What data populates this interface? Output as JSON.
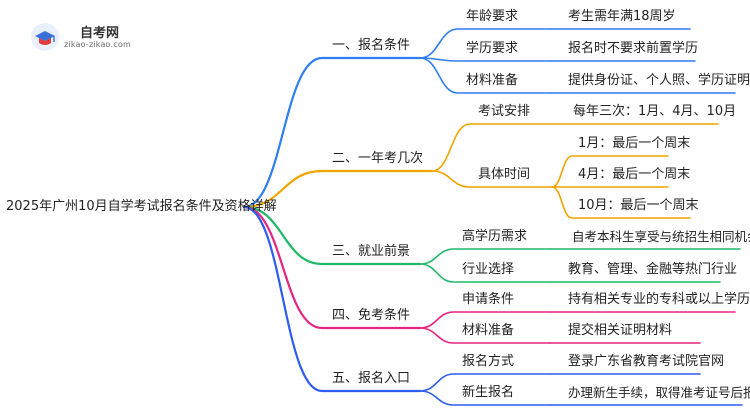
{
  "logo": {
    "brand": "自考网",
    "domain": "zikao-zikao.com"
  },
  "root": "2025年广州10月自学考试报名条件及资格详解",
  "categories": [
    {
      "label": "一、报名条件",
      "color": "#2f7ef2",
      "children": [
        {
          "label": "年龄要求",
          "leaves": [
            "考生需年满18周岁"
          ]
        },
        {
          "label": "学历要求",
          "leaves": [
            "报名时不要求前置学历"
          ]
        },
        {
          "label": "材料准备",
          "leaves": [
            "提供身份证、个人照、学历证明等"
          ]
        }
      ]
    },
    {
      "label": "二、一年考几次",
      "color": "#f0a400",
      "children": [
        {
          "label": "考试安排",
          "leaves": [
            "每年三次：1月、4月、10月"
          ]
        },
        {
          "label": "具体时间",
          "leaves": [
            "1月：最后一个周末",
            "4月：最后一个周末",
            "10月：最后一个周末"
          ]
        }
      ]
    },
    {
      "label": "三、就业前景",
      "color": "#1fb86a",
      "children": [
        {
          "label": "高学历需求",
          "leaves": [
            "自考本科生享受与统招生相同机会"
          ]
        },
        {
          "label": "行业选择",
          "leaves": [
            "教育、管理、金融等热门行业"
          ]
        }
      ]
    },
    {
      "label": "四、免考条件",
      "color": "#e5257e",
      "children": [
        {
          "label": "申请条件",
          "leaves": [
            "持有相关专业的专科或以上学历"
          ]
        },
        {
          "label": "材料准备",
          "leaves": [
            "提交相关证明材料"
          ]
        }
      ]
    },
    {
      "label": "五、报名入口",
      "color": "#2f5cf0",
      "children": [
        {
          "label": "报名方式",
          "leaves": [
            "登录广东省教育考试院官网"
          ]
        },
        {
          "label": "新生报名",
          "leaves": [
            "办理新生手续，取得准考证号后报考"
          ]
        }
      ]
    }
  ]
}
